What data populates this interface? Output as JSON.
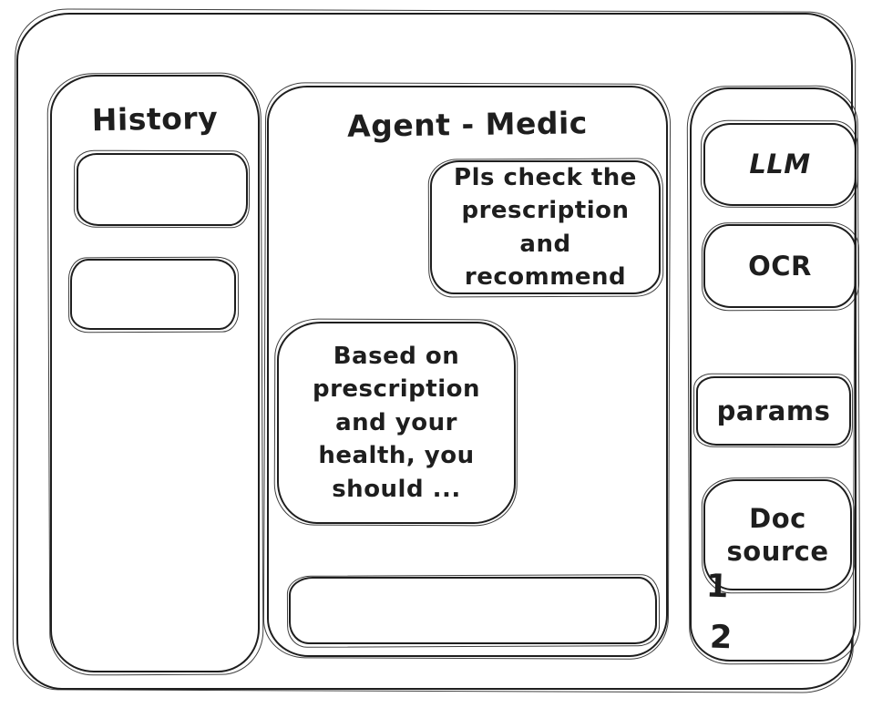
{
  "colors": {
    "ink": "#1e1e1e",
    "background": "#ffffff"
  },
  "history_panel": {
    "title": "History",
    "items": [
      {
        "label": ""
      },
      {
        "label": ""
      }
    ]
  },
  "chat_panel": {
    "title": "Agent - Medic",
    "messages": [
      {
        "role": "user",
        "text": "Pls check the prescription and recommend"
      },
      {
        "role": "assistant",
        "text": "Based on prescription and your health, you should ..."
      }
    ],
    "input": {
      "value": "",
      "placeholder": ""
    }
  },
  "tools_panel": {
    "buttons": [
      {
        "id": "llm",
        "label": "LLM"
      },
      {
        "id": "ocr",
        "label": "OCR"
      },
      {
        "id": "params",
        "label": "params"
      },
      {
        "id": "doc-source",
        "label": "Doc source"
      }
    ],
    "annotations": [
      {
        "label": "1"
      },
      {
        "label": "2"
      }
    ]
  }
}
